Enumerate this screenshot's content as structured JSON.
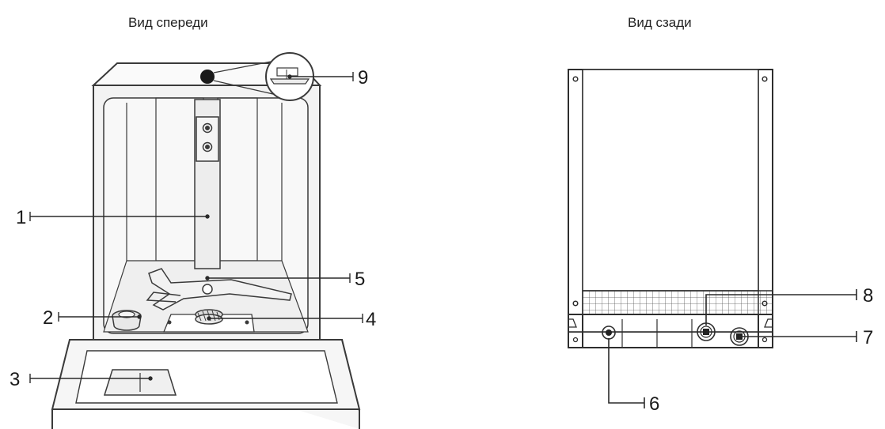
{
  "titles": {
    "front": "Вид спереди",
    "back": "Вид сзади"
  },
  "callouts": {
    "c1": "1",
    "c2": "2",
    "c3": "3",
    "c4": "4",
    "c5": "5",
    "c6": "6",
    "c7": "7",
    "c8": "8",
    "c9": "9"
  }
}
